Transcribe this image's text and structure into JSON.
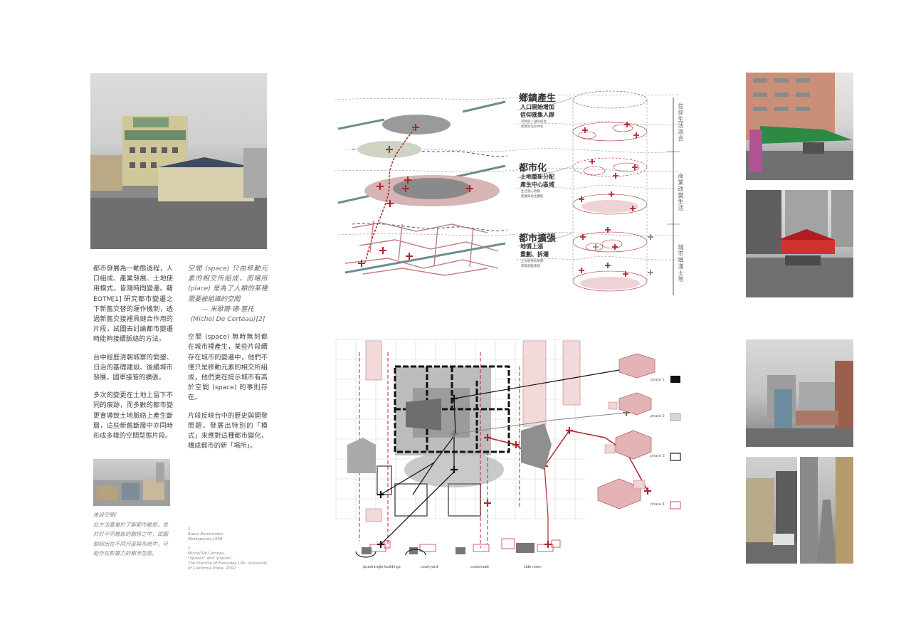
{
  "left_text": {
    "p1": "都市發展為一動態過程，人口組成、產業發展、土地使用模式，皆隨時間變遷。藉 EOTM[1] 研究都市變遷之下新舊交替的運作機制，透過新舊交接裡具縫合作用的片段，試圖去討論都市變遷時能夠接續脈絡的方法。",
    "p2": "台中經歷清朝城寨的開墾、日治的基礎建設、後續城市發展，國軍接管的擴張。",
    "p3": "多次的變更在土地上留下不同的痕跡，而多數的都市變更會導致土地脈絡上產生斷層，這些新舊斷層中亦同時形成多樣的空間型態片段。"
  },
  "quote": {
    "text": "空間 (space) 只由移動元素的相交所組成，而場所 (place) 是為了人類的某種需要被組織的空間",
    "author": "— 米歇爾·德·塞托",
    "author_en": "(Michel De Certeau)[2]"
  },
  "mid_text": {
    "p1": "空間 (space) 無時無刻都在城市裡產生，某些片段續存在城市的變遷中，他們不僅只是移動元素的相交所組成，他們更在提示城市有高於空間 (space) 的事則存在。",
    "p2": "片段反映台中的歷史與開發問題，發展出特別的「模式」來應對這種都市變化，構成都市的新「場所」。"
  },
  "caption": {
    "title": "後設空間/",
    "body": "此方法著重於了解都市動態，並於於不同層級的關係之中，試圖輸綜出在不同尺度與系統中，可能存在影響力的都市型態。"
  },
  "references": {
    "r1_num": "1.",
    "r1_name": "Raoul Bunschoten",
    "r1_work": "Metaspaces,1998",
    "r2_num": "2.",
    "r2_name": "Michel De Certeau,",
    "r2_title": "\"Spaces\" and \"places\",",
    "r2_work": "The Practice of Everyday Life, University",
    "r2_pub": "of California Press, 2002"
  },
  "stages": [
    {
      "title": "鄉鎮產生",
      "sub1": "人口開始增加",
      "sub2": "信仰匯集人群",
      "note1": "宗教與人潮的結合",
      "note2": "產業與信仰共生"
    },
    {
      "title": "都市化",
      "sub1": "土地重新分配",
      "sub2": "產生中心區域",
      "note1": "生活重心改變",
      "note2": "產業與居住機能"
    },
    {
      "title": "都市擴張",
      "sub1": "地價上漲",
      "sub2": "重劃、拆遷",
      "note1": "土地被重新規劃",
      "note2": "建築面臨重建"
    }
  ],
  "side_labels": [
    "信仰生活混合",
    "商業改變生活",
    "城市填滿土地"
  ],
  "phases": [
    "phase 1",
    "phase 2",
    "phase 3",
    "phase 4"
  ],
  "plan_captions": [
    "quadrangle buildings",
    "courtyard",
    "colonnade",
    "side room"
  ],
  "colors": {
    "red": "#b0262e",
    "pink": "#d9a3a6",
    "teal": "#6a8e90",
    "dark": "#222222"
  }
}
